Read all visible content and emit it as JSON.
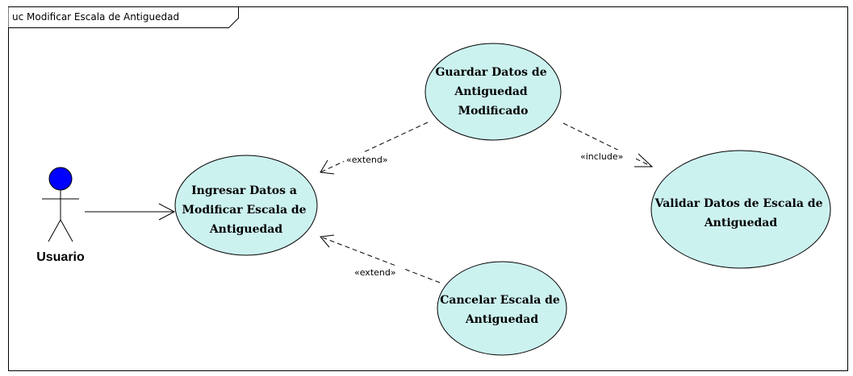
{
  "frame": {
    "title": "uc Modificar Escala de Antiguedad"
  },
  "colors": {
    "use_case_fill": "#ccf2f0",
    "actor_head": "#0000ff",
    "line": "#000000"
  },
  "actor": {
    "name": "Usuario",
    "icon": "stick-figure-icon"
  },
  "use_cases": {
    "ingresar": {
      "lines": [
        "Ingresar Datos a",
        "Modificar Escala de",
        "Antiguedad"
      ]
    },
    "guardar": {
      "lines": [
        "Guardar Datos de",
        "Antiguedad",
        "Modificado"
      ]
    },
    "cancelar": {
      "lines": [
        "Cancelar Escala de",
        "Antiguedad"
      ]
    },
    "validar": {
      "lines": [
        "Validar Datos de Escala de",
        "Antiguedad"
      ]
    }
  },
  "relationships": {
    "guardar_extend": "«extend»",
    "cancelar_extend": "«extend»",
    "guardar_include": "«include»"
  }
}
